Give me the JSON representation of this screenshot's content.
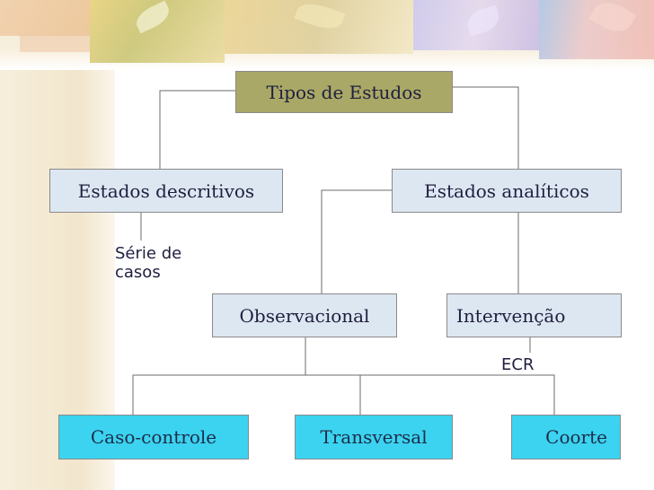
{
  "diagram": {
    "root": {
      "label": "Tipos de Estudos"
    },
    "descritivos": {
      "label": "Estados descritivos",
      "note_line1": "Série de",
      "note_line2": "casos"
    },
    "analiticos": {
      "label": "Estados analíticos"
    },
    "observacional": {
      "label": "Observacional"
    },
    "intervencao": {
      "label": "Intervenção",
      "note": "ECR"
    },
    "caso_controle": {
      "label": "Caso-controle"
    },
    "transversal": {
      "label": "Transversal"
    },
    "coorte": {
      "label": "Coorte"
    }
  },
  "colors": {
    "root_fill": "#a9a866",
    "level_fill": "#dde7f2",
    "leaf_fill": "#3bd3f0",
    "connector": "#6b6b6b"
  }
}
